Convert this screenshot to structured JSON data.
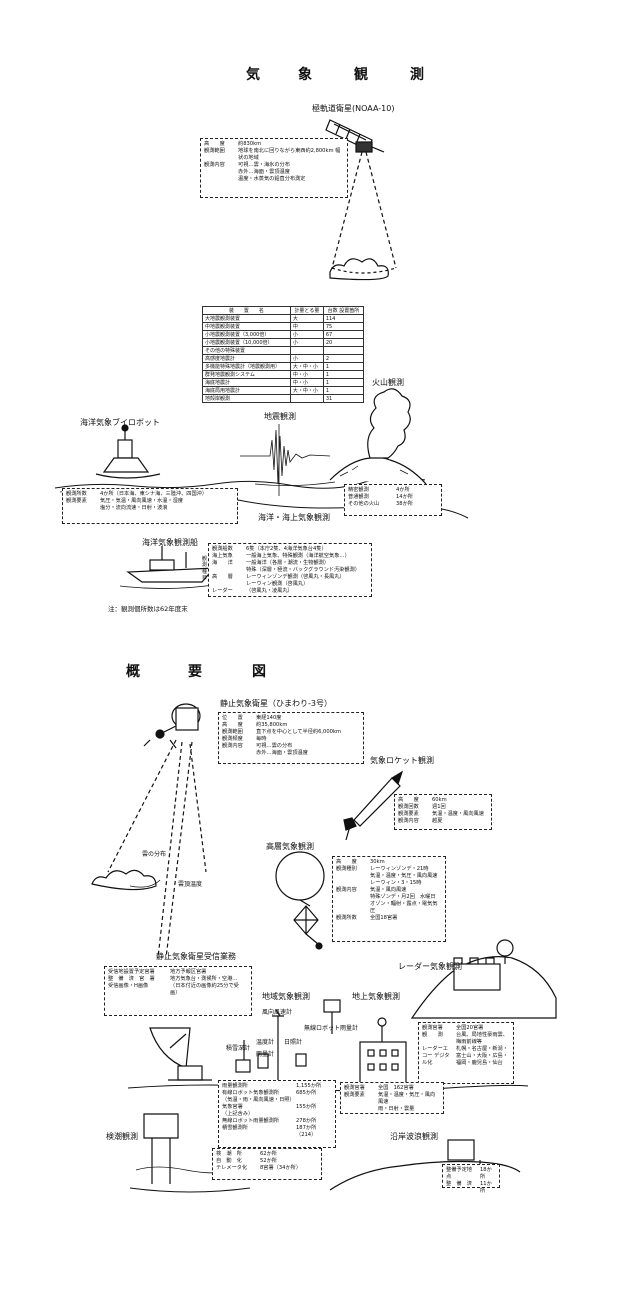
{
  "top": {
    "title": [
      "気",
      "象",
      "観",
      "測"
    ],
    "satellite_polar": "極軌道衛星(NOAA-10)",
    "polar_box": [
      {
        "k": "高　　度",
        "v": "約830km"
      },
      {
        "k": "観測範囲",
        "v": "地球を南北に回りながら東西約2,800km 幅状の地域"
      },
      {
        "k": "観測内容",
        "v": "可視…雲・海氷の分布"
      },
      {
        "k": "",
        "v": "赤外…海面・雲頂温度"
      },
      {
        "k": "",
        "v": "温度・水蒸気の鉛直分布測定"
      }
    ],
    "equip_table": {
      "headers": [
        "装　　置　　名",
        "計量とる量",
        "台数 設置箇所"
      ],
      "rows": [
        [
          "大地震観測装置",
          "大",
          "114"
        ],
        [
          "中地震観測装置",
          "中",
          "75"
        ],
        [
          "小地震観測装置（3,000倍）",
          "小",
          "67"
        ],
        [
          "小地震観測装置（10,000倍）",
          "小",
          "20"
        ],
        [
          "その他の特殊装置",
          "",
          ""
        ],
        [
          "高感度地震計",
          "小",
          "2"
        ],
        [
          "多機能特殊地震計（地震観測用）",
          "大・中・小",
          "1"
        ],
        [
          "群発地震観測システム",
          "中・小",
          "1"
        ],
        [
          "海底地震計",
          "中・小",
          "1"
        ],
        [
          "海底局用地震計",
          "大・中・小",
          "1"
        ],
        [
          "地殻岸観測",
          "",
          "31"
        ]
      ]
    },
    "volcano": "火山観測",
    "quake": "地震観測",
    "buoy": "海洋気象ブイロボット",
    "buoy_box": [
      {
        "k": "観測所数",
        "v": "4か所（日本海、東シナ海、三陸沖、四国沖）"
      },
      {
        "k": "観測要素",
        "v": "気圧・気温・風向風速・水温・湿度"
      },
      {
        "k": "",
        "v": "塩分・流向流速・日射・波浪"
      }
    ],
    "volcano_box": [
      {
        "k": "精密観測",
        "v": "4か所"
      },
      {
        "k": "普通観測",
        "v": "14か所"
      },
      {
        "k": "その他の火山",
        "v": "38か所"
      }
    ],
    "sea_obs": "海洋・海上気象観測",
    "ship": "海洋気象観測船",
    "ship_box": [
      {
        "k": "観測船数",
        "v": "6隻（本庁2隻、4海洋気象台4隻）"
      },
      {
        "k": "海上気象",
        "v": "一般海上気象、特殊観測（海洋航空気象…）"
      },
      {
        "k": "海　　洋",
        "v": "一般海洋（各層・潮流・生物観測）"
      },
      {
        "k": "",
        "v": "特殊（深層・極流・バックグラウンド汚染観測）"
      },
      {
        "k": "高　　層",
        "v": "レーウィンゾンデ観測（啓風丸・長風丸）"
      },
      {
        "k": "",
        "v": "レーウィン観測（啓風丸）"
      },
      {
        "k": "レーダー",
        "v": "（啓風丸・凌風丸）"
      }
    ],
    "ship_side": [
      "観",
      "測",
      "種",
      "目"
    ],
    "note": "注：観測個所数は62年度末"
  },
  "bottom": {
    "title": [
      "概",
      "要",
      "図"
    ],
    "geo_sat": "静止気象衛星（ひまわり-3号）",
    "geo_box": [
      {
        "k": "位　　置",
        "v": "東経140度"
      },
      {
        "k": "高　　度",
        "v": "約35,800km"
      },
      {
        "k": "観測範囲",
        "v": "直下点を中心として半径約6,000km"
      },
      {
        "k": "観測頻度",
        "v": "毎時"
      },
      {
        "k": "観測内容",
        "v": "可視…雲の分布"
      },
      {
        "k": "",
        "v": "赤外…海面・雲頂温度"
      }
    ],
    "rocket": "気象ロケット観測",
    "rocket_box": [
      {
        "k": "高　　度",
        "v": "60km"
      },
      {
        "k": "観測回数",
        "v": "週1回"
      },
      {
        "k": "観測要素",
        "v": "気温・温度・風向風速"
      },
      {
        "k": "観測内容",
        "v": "越夏"
      }
    ],
    "cloud_dist": "雲の分布",
    "cloud_temp": "雲頂温度",
    "upper": "高層気象観測",
    "upper_box": [
      {
        "k": "高　　度",
        "v": "30km"
      },
      {
        "k": "観測種別",
        "v": "レーウィンゾンデ・21時"
      },
      {
        "k": "",
        "v": "気温・温度・気圧・風向風速"
      },
      {
        "k": "",
        "v": "レーウィン・3・15時"
      },
      {
        "k": "観測内容",
        "v": "気温・風向風速"
      },
      {
        "k": "",
        "v": "特殊ゾンデ・月2回　水曜日"
      },
      {
        "k": "",
        "v": "オゾン・輻射・露点・電気気圧"
      },
      {
        "k": "観測所数",
        "v": "全国18官署"
      }
    ],
    "ground_station": "静止気象衛星受信業務",
    "ground_box": [
      {
        "k": "受信地設置予定官署",
        "v": "地方予報区官署"
      },
      {
        "k": "整　備　済　官　署",
        "v": "地方気象台・測候所・空港…"
      },
      {
        "k": "受信画像・H画像",
        "v": "（日本付近の画像約25分で受画）"
      }
    ],
    "radar": "レーダー気象観測",
    "radar_box": [
      {
        "k": "観測官署",
        "v": "全国20官署"
      },
      {
        "k": "観　　測",
        "v": "台風、局地性豪雨雲、梅雨前線等"
      },
      {
        "k": "レーダーエコー デジタル化",
        "v": "札幌・名古屋・新潟・富士山・大阪・広島・福岡・鹿児島・仙台"
      }
    ],
    "regional": "地域気象観測",
    "surface": "地上気象観測",
    "wind_meter": "風向風速計",
    "unmanned_rain": "無線ロボット雨量計",
    "thermo": "温度計",
    "sunshine": "日照計",
    "sunshine_rec": "積雪深計",
    "raingauge": "雨量計",
    "regional_box": [
      {
        "k": "雨量観測所",
        "v": "1,155か所"
      },
      {
        "k": "有線ロボット気象観測所",
        "v": "685か所"
      },
      {
        "k": "（気温・雨・風向風速・日照）",
        "v": ""
      },
      {
        "k": "気象官署",
        "v": "155か所"
      },
      {
        "k": "（上記含み）",
        "v": ""
      },
      {
        "k": "無線ロボット雨量観測所",
        "v": "278か所"
      },
      {
        "k": "積雪観測所",
        "v": "187か所　（214）"
      }
    ],
    "surface_box": [
      {
        "k": "観測官署",
        "v": "全国　162官署"
      },
      {
        "k": "観測要素",
        "v": "気温・温度・気圧・風向風速"
      },
      {
        "k": "",
        "v": "雨・日射・雲量"
      }
    ],
    "tide": "検潮観測",
    "tide_box": [
      {
        "k": "検　潮　所",
        "v": "62か所"
      },
      {
        "k": "自　動　化",
        "v": "52か所"
      },
      {
        "k": "テレメータ化",
        "v": "8官署（34か所）"
      }
    ],
    "coast": "沿岸波浪観測",
    "coast_box": [
      {
        "k": "整備予定地点",
        "v": "18か所"
      },
      {
        "k": "整　備　済",
        "v": "11か所"
      }
    ]
  }
}
